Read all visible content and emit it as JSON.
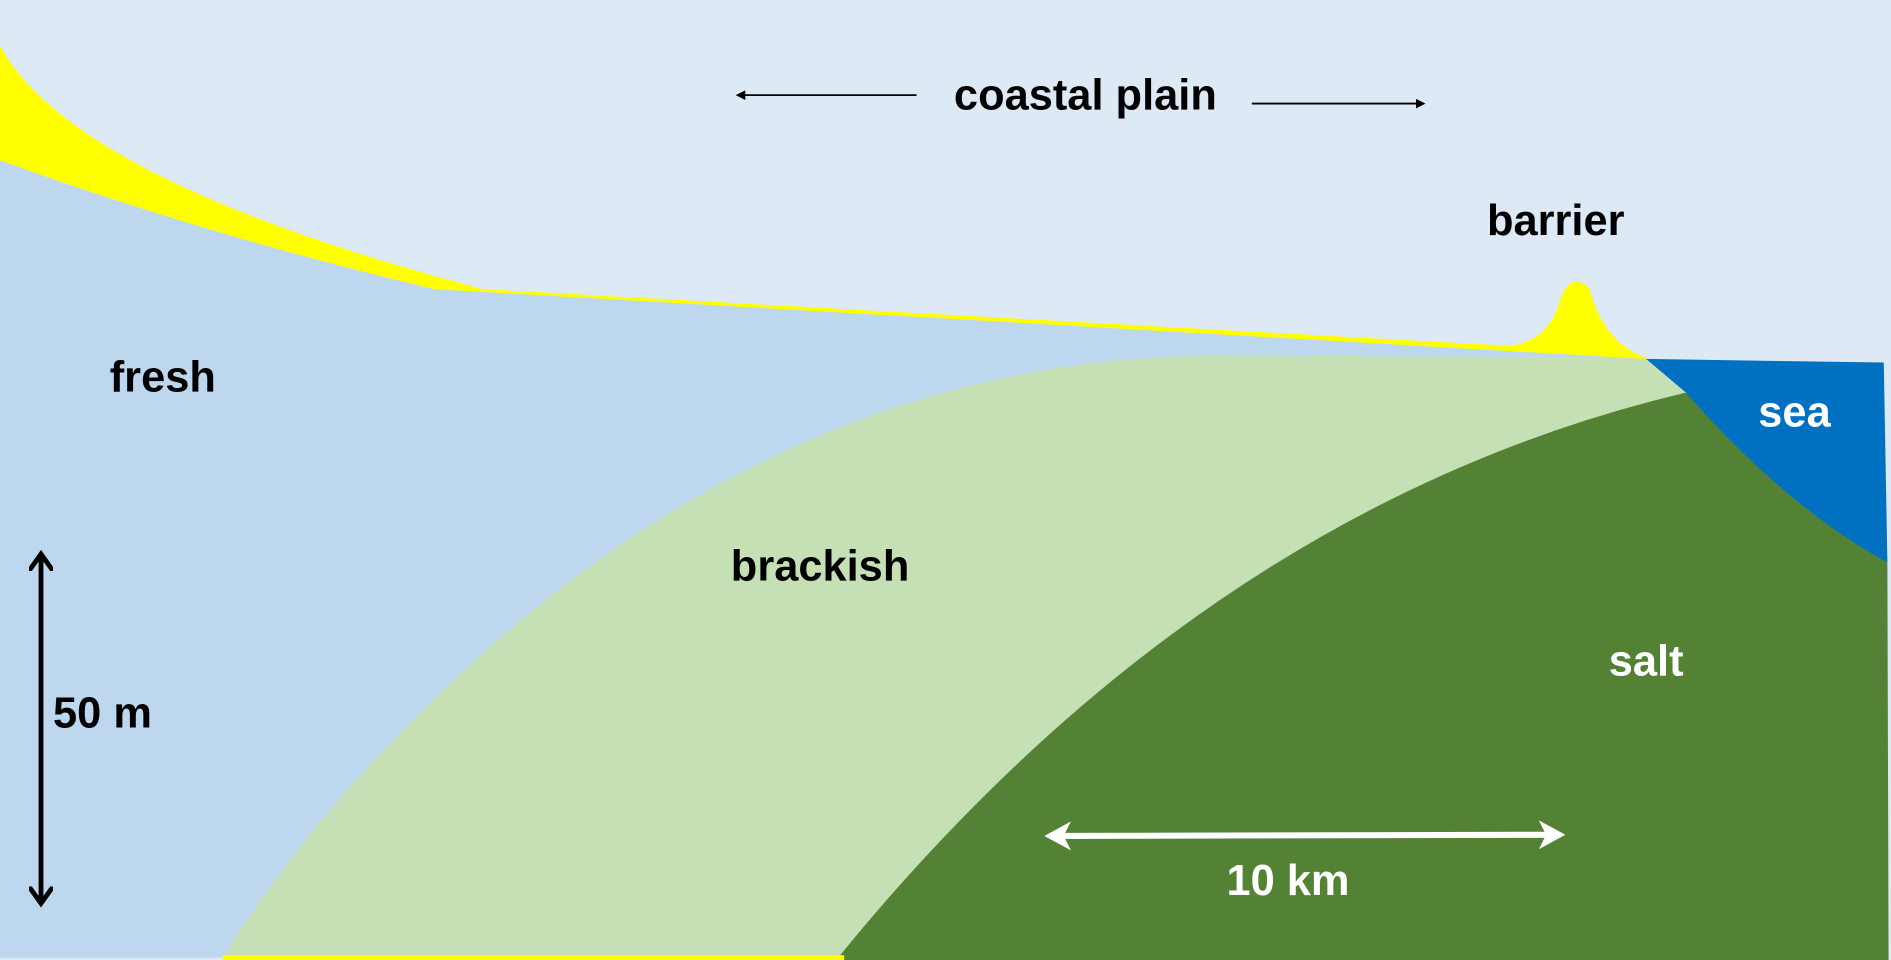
{
  "labels": {
    "coastal_plain": "coastal plain",
    "barrier": "barrier",
    "fresh": "fresh",
    "brackish": "brackish",
    "sea": "sea",
    "salt": "salt",
    "vertical_scale": "50 m",
    "horizontal_scale": "10 km"
  },
  "colors": {
    "sky": "#dde9f5",
    "fresh": "#bdd7ee",
    "brackish": "#c5e0b4",
    "salt": "#548235",
    "sea": "#0070c0",
    "sand": "#ffff00"
  }
}
